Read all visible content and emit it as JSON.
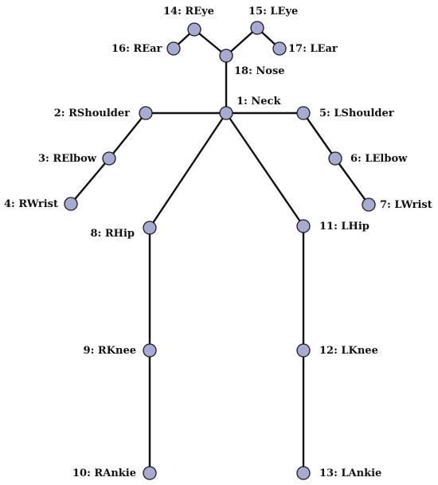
{
  "diagram": {
    "colors": {
      "joint_fill": "#a7abd4",
      "joint_stroke": "#1a1a1a",
      "bone": "#111111",
      "background": "#ffffff"
    },
    "joints": [
      {
        "id": "neck",
        "label": "1: Neck"
      },
      {
        "id": "rshoulder",
        "label": "2: RShoulder"
      },
      {
        "id": "relbow",
        "label": "3: RElbow"
      },
      {
        "id": "rwrist",
        "label": "4: RWrist"
      },
      {
        "id": "lshoulder",
        "label": "5: LShoulder"
      },
      {
        "id": "lelbow",
        "label": "6: LElbow"
      },
      {
        "id": "lwrist",
        "label": "7: LWrist"
      },
      {
        "id": "rhip",
        "label": "8: RHip"
      },
      {
        "id": "rknee",
        "label": "9: RKnee"
      },
      {
        "id": "rankle",
        "label": "10: RAnkie"
      },
      {
        "id": "lhip",
        "label": "11: LHip"
      },
      {
        "id": "lknee",
        "label": "12: LKnee"
      },
      {
        "id": "lankle",
        "label": "13: LAnkie"
      },
      {
        "id": "reye",
        "label": "14: REye"
      },
      {
        "id": "leye",
        "label": "15: LEye"
      },
      {
        "id": "rear",
        "label": "16: REar"
      },
      {
        "id": "lear",
        "label": "17: LEar"
      },
      {
        "id": "nose",
        "label": "18: Nose"
      }
    ],
    "bones": [
      [
        "neck",
        "nose"
      ],
      [
        "nose",
        "reye"
      ],
      [
        "reye",
        "rear"
      ],
      [
        "nose",
        "leye"
      ],
      [
        "leye",
        "lear"
      ],
      [
        "neck",
        "rshoulder"
      ],
      [
        "rshoulder",
        "relbow"
      ],
      [
        "relbow",
        "rwrist"
      ],
      [
        "neck",
        "lshoulder"
      ],
      [
        "lshoulder",
        "lelbow"
      ],
      [
        "lelbow",
        "lwrist"
      ],
      [
        "neck",
        "rhip"
      ],
      [
        "rhip",
        "rknee"
      ],
      [
        "rknee",
        "rankle"
      ],
      [
        "neck",
        "lhip"
      ],
      [
        "lhip",
        "lknee"
      ],
      [
        "lknee",
        "lankle"
      ]
    ]
  }
}
